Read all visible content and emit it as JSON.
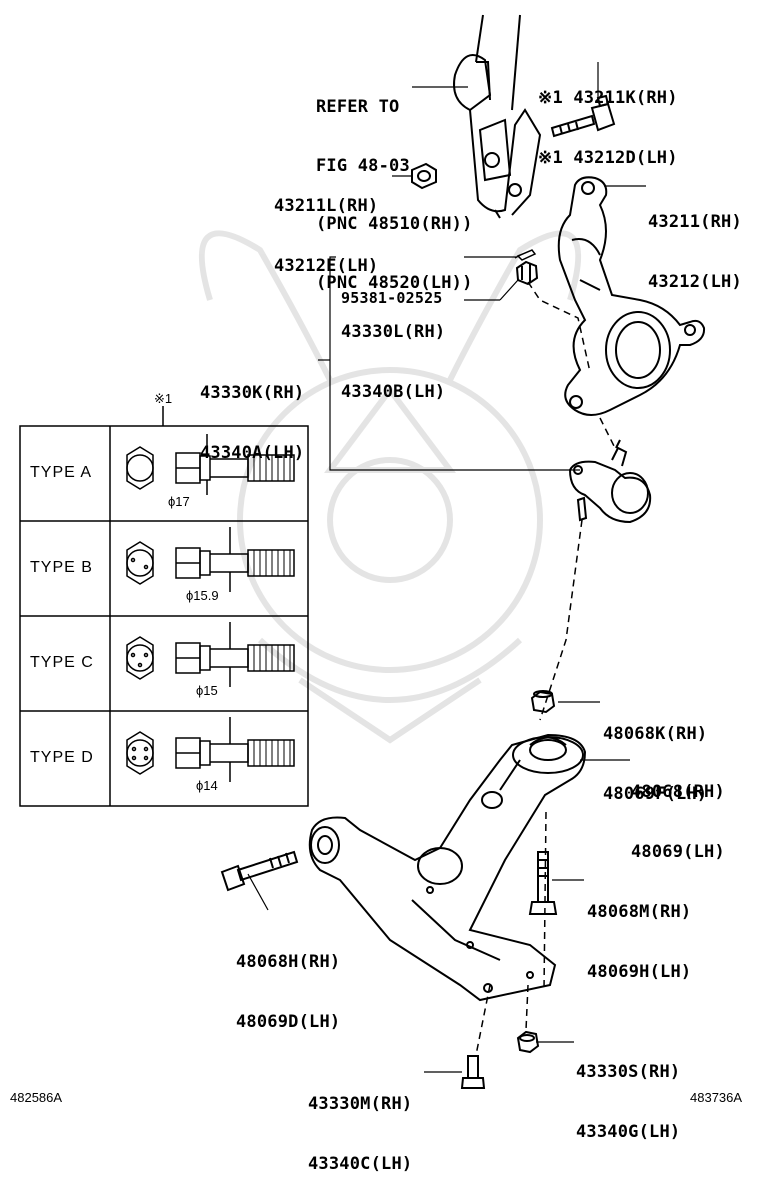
{
  "refer": {
    "l1": "REFER TO",
    "l2": "FIG 48-03",
    "l3": "(PNC 48510(RH))",
    "l4": "(PNC 48520(LH))"
  },
  "parts": {
    "bolt_top": {
      "rh": "※1 43211K(RH)",
      "lh": "※1 43212D(LH)"
    },
    "nut_top": {
      "rh": "43211L(RH)",
      "lh": "43212E(LH)"
    },
    "knuckle": {
      "rh": "43211(RH)",
      "lh": "43212(LH)"
    },
    "pin": "95381-02525",
    "balljoint_nut": {
      "rh": "43330L(RH)",
      "lh": "43340B(LH)"
    },
    "balljoint": {
      "rh": "43330K(RH)",
      "lh": "43340A(LH)"
    },
    "arm_nut": {
      "rh": "48068K(RH)",
      "lh": "48069F(LH)"
    },
    "lower_arm": {
      "rh": "48068(RH)",
      "lh": "48069(LH)"
    },
    "arm_bolt_r": {
      "rh": "48068M(RH)",
      "lh": "48069H(LH)"
    },
    "arm_bolt_l": {
      "rh": "48068H(RH)",
      "lh": "48069D(LH)"
    },
    "small_nut": {
      "rh": "43330S(RH)",
      "lh": "43340G(LH)"
    },
    "small_bolt": {
      "rh": "43330M(RH)",
      "lh": "43340C(LH)"
    }
  },
  "types": {
    "mark": "※1",
    "rows": [
      {
        "label": "TYPE  A",
        "dia": "ϕ17"
      },
      {
        "label": "TYPE  B",
        "dia": "ϕ15.9"
      },
      {
        "label": "TYPE  C",
        "dia": "ϕ15"
      },
      {
        "label": "TYPE  D",
        "dia": "ϕ14"
      }
    ]
  },
  "footer": {
    "left": "482586A",
    "right": "483736A"
  }
}
